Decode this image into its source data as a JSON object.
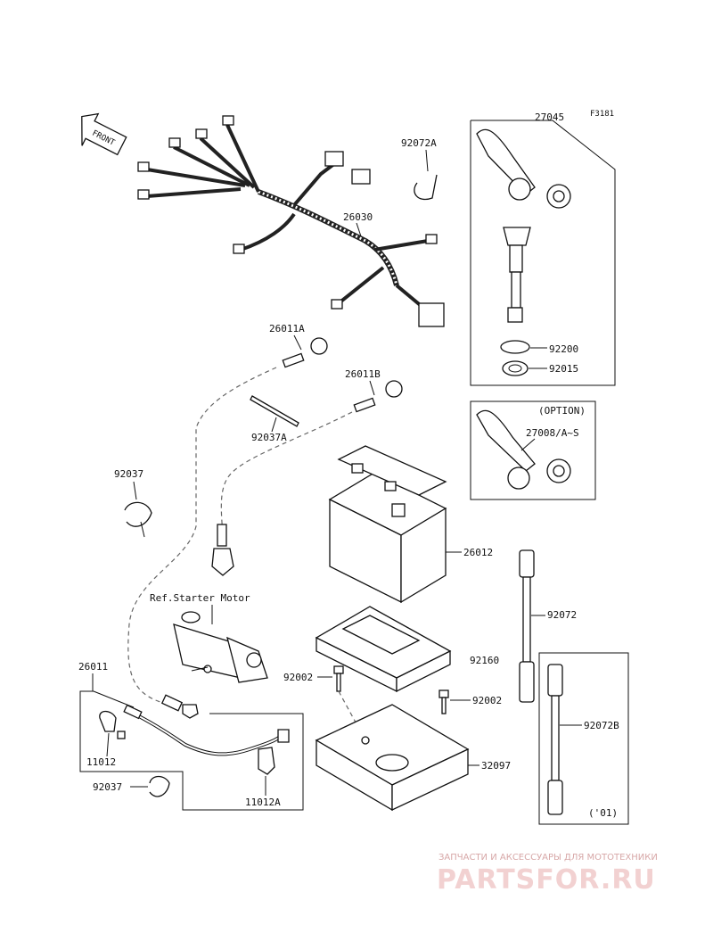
{
  "figure_id": "F3181",
  "front_label": "FRONT",
  "reference_note": "Ref.Starter Motor",
  "labels": {
    "p27045": "27045",
    "p92072A": "92072A",
    "p26030": "26030",
    "p92200": "92200",
    "p92015": "92015",
    "p26011A": "26011A",
    "p26011B": "26011B",
    "p92037A": "92037A",
    "p92037_top": "92037",
    "option": "(OPTION)",
    "p27008": "27008/A~S",
    "p26012": "26012",
    "p92072": "92072",
    "p92160": "92160",
    "p92002_left": "92002",
    "p92002_right": "92002",
    "p92072B": "92072B",
    "p26011": "26011",
    "p11012": "11012",
    "p32097": "32097",
    "p92037_bottom": "92037",
    "p11012A": "11012A",
    "year_note": "('01)"
  },
  "watermark": {
    "tagline": "ЗАПЧАСТИ И АКСЕССУАРЫ ДЛЯ МОТОТЕХНИКИ",
    "brand": "PARTSFOR.RU"
  }
}
